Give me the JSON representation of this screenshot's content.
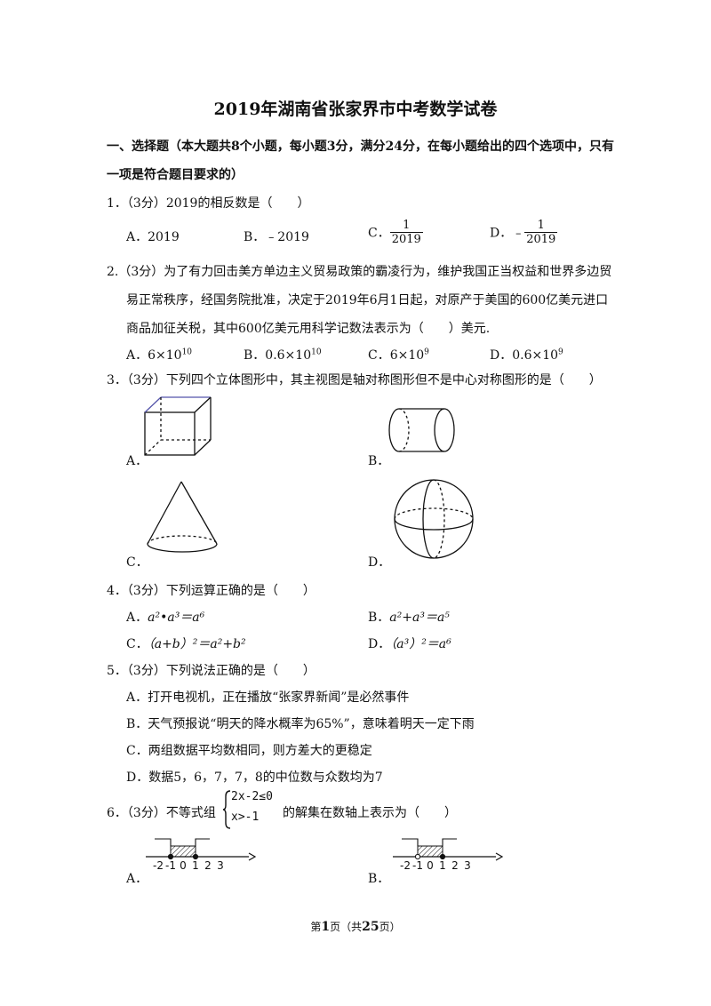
{
  "title": "2019年湖南省张家界市中考数学试卷",
  "section1": {
    "line1": "一、选择题（本大题共8个小题，每小题3分，满分24分，在每小题给出的四个选项中，只有",
    "line2": "一项是符合题目要求的）"
  },
  "q1": {
    "stem": "1．（3分）2019的相反数是（　　）",
    "a": "A．2019",
    "b": "B．﹣2019",
    "c_label": "C．",
    "c_num": "1",
    "c_den": "2019",
    "d_label": "D．﹣",
    "d_num": "1",
    "d_den": "2019"
  },
  "q2": {
    "line1": "2.（3分）为了有力回击美方单边主义贸易政策的霸凌行为，维护我国正当权益和世界多边贸",
    "line2": "易正常秩序，经国务院批准，决定于2019年6月1日起，对原产于美国的600亿美元进口",
    "line3": "商品加征关税，其中600亿美元用科学记数法表示为（　　）美元.",
    "a_base": "A．6×10",
    "a_exp": "10",
    "b_base": "B．0.6×10",
    "b_exp": "10",
    "c_base": "C．6×10",
    "c_exp": "9",
    "d_base": "D．0.6×10",
    "d_exp": "9"
  },
  "q3": {
    "stem": "3．（3分）下列四个立体图形中，其主视图是轴对称图形但不是中心对称图形的是（　　）",
    "a": "A．",
    "b": "B．",
    "c": "C．",
    "d": "D．"
  },
  "q4": {
    "stem": "4．（3分）下列运算正确的是（　　）",
    "a_label": "A．",
    "a_text": "a²•a³＝a⁶",
    "b_label": "B．",
    "b_text": "a²+a³＝a⁵",
    "c_label": "C．",
    "c_text": "（a+b）²＝a²+b²",
    "d_label": "D．",
    "d_text": "（a³）²＝a⁶"
  },
  "q5": {
    "stem": "5．（3分）下列说法正确的是（　　）",
    "a": "A．打开电视机，正在播放“张家界新闻”是必然事件",
    "b": "B．天气预报说“明天的降水概率为65%”，意味着明天一定下雨",
    "c": "C．两组数据平均数相同，则方差大的更稳定",
    "d": "D．数据5，6，7，7，8的中位数与众数均为7"
  },
  "q6": {
    "stem_pre": "6．（3分）不等式组",
    "sys1": "2x-2≤0",
    "sys2": "x>-1",
    "stem_post": "的解集在数轴上表示为（　　）",
    "a": "A．",
    "b": "B．",
    "ticks": [
      "-2",
      "-1",
      "0",
      "1",
      "2",
      "3"
    ]
  },
  "footer": {
    "pre": "第",
    "page": "1",
    "mid": "页（共",
    "total": "25",
    "post": "页）"
  }
}
